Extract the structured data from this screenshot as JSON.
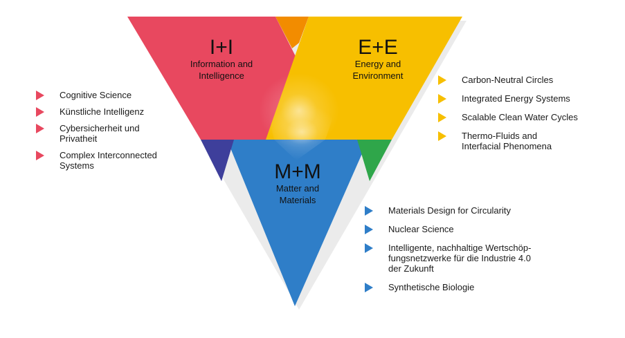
{
  "colors": {
    "red": "#e8485f",
    "yellow": "#f7bf00",
    "blue": "#2f7ec8",
    "orange": "#f28c00",
    "purple": "#3e3f9b",
    "green": "#2fa64a",
    "bullet_red": "#e8485f",
    "bullet_yellow": "#f7bf00",
    "bullet_blue": "#2f7ec8"
  },
  "segments": {
    "ii": {
      "abbr": "I+I",
      "line1": "Information and",
      "line2": "Intelligence"
    },
    "ee": {
      "abbr": "E+E",
      "line1": "Energy and",
      "line2": "Environment"
    },
    "mm": {
      "abbr": "M+M",
      "line1": "Matter and",
      "line2": "Materials"
    }
  },
  "lists": {
    "left": [
      "Cognitive Science",
      "Künstliche Intelligenz",
      "Cybersicherheit und\nPrivatheit",
      "Complex Interconnected\nSystems"
    ],
    "right": [
      "Carbon-Neutral Circles",
      "Integrated Energy Systems",
      "Scalable Clean Water Cycles",
      "Thermo-Fluids and\nInterfacial Phenomena"
    ],
    "bottom": [
      "Materials Design for Circularity",
      "Nuclear Science",
      "Intelligente, nachhaltige Wertschöp-\nfungsnetzwerke für die Industrie 4.0\nder Zukunft",
      "Synthetische Biologie"
    ]
  }
}
